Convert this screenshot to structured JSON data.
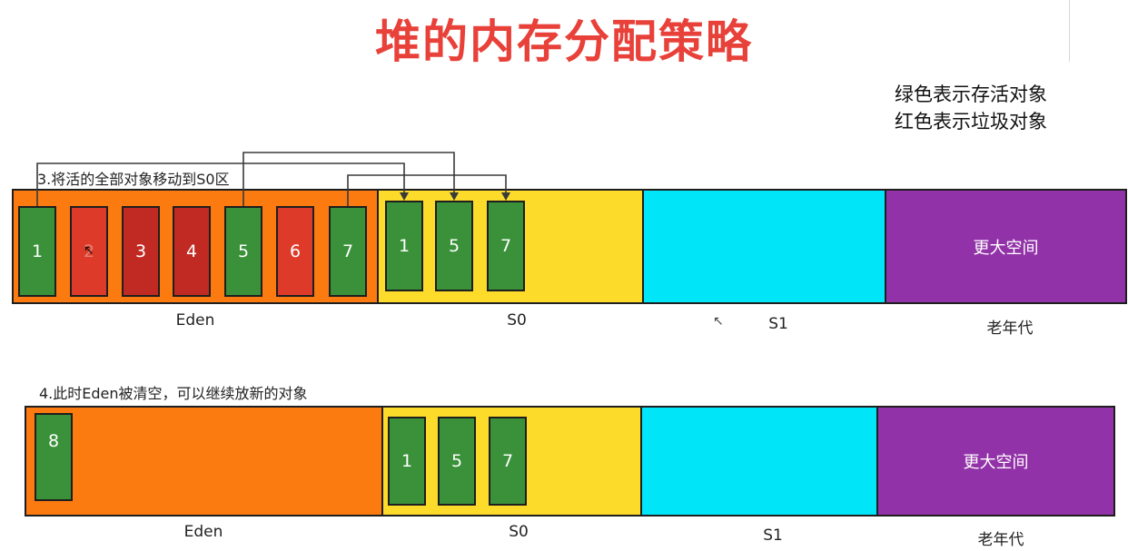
{
  "title": "堆的内存分配策略",
  "legend": [
    "绿色表示存活对象",
    "红色表示垃圾对象"
  ],
  "colors": {
    "title": "#e8413a",
    "eden": "#fc7b10",
    "s0": "#fcdb2a",
    "s1": "#00e6f8",
    "old": "#9232a8",
    "live": "#3a913a",
    "garbage": "#dd3a2a",
    "garbage_dark": "#c12a22",
    "arrow": "#3a3a3a"
  },
  "step3": {
    "caption": "3.将活的全部对象移动到S0区",
    "eden_objects": [
      "1",
      "2",
      "3",
      "4",
      "5",
      "6",
      "7"
    ],
    "s0_objects": [
      "1",
      "5",
      "7"
    ],
    "old_space": "更大空间",
    "labels": {
      "eden": "Eden",
      "s0": "S0",
      "s1": "S1",
      "old": "老年代"
    }
  },
  "step4": {
    "caption": "4.此时Eden被清空，可以继续放新的对象",
    "eden_objects": [
      "8"
    ],
    "s0_objects": [
      "1",
      "5",
      "7"
    ],
    "old_space": "更大空间",
    "labels": {
      "eden": "Eden",
      "s0": "S0",
      "s1": "S1",
      "old": "老年代"
    }
  }
}
